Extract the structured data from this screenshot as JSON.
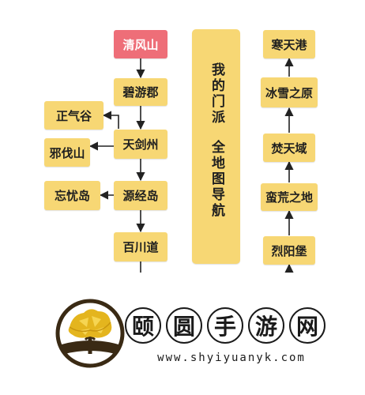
{
  "nodes": {
    "qingfengshan": "清风山",
    "biyoujun": "碧游郡",
    "tianjianzhou": "天剑州",
    "yuanjingdao": "源经岛",
    "baichuandao": "百川道",
    "zhengqigu": "正气谷",
    "xiefashan": "邪伐山",
    "wangyoudao": "忘忧岛",
    "hantiangang": "寒天港",
    "bingxuezhiyuan": "冰雪之原",
    "fentianyu": "焚天域",
    "manhuangzhidi": "蛮荒之地",
    "lieyangbao": "烈阳堡"
  },
  "center_panel": {
    "line1": "我的门派",
    "line2": "全地图导航"
  },
  "watermark": {
    "title_chars": [
      "颐",
      "圆",
      "手",
      "游",
      "网"
    ],
    "url": "www.shyiyuanyk.com"
  },
  "colors": {
    "node_fill": "#f7d774",
    "start_fill": "#ee6e78",
    "arrow": "#222222"
  }
}
